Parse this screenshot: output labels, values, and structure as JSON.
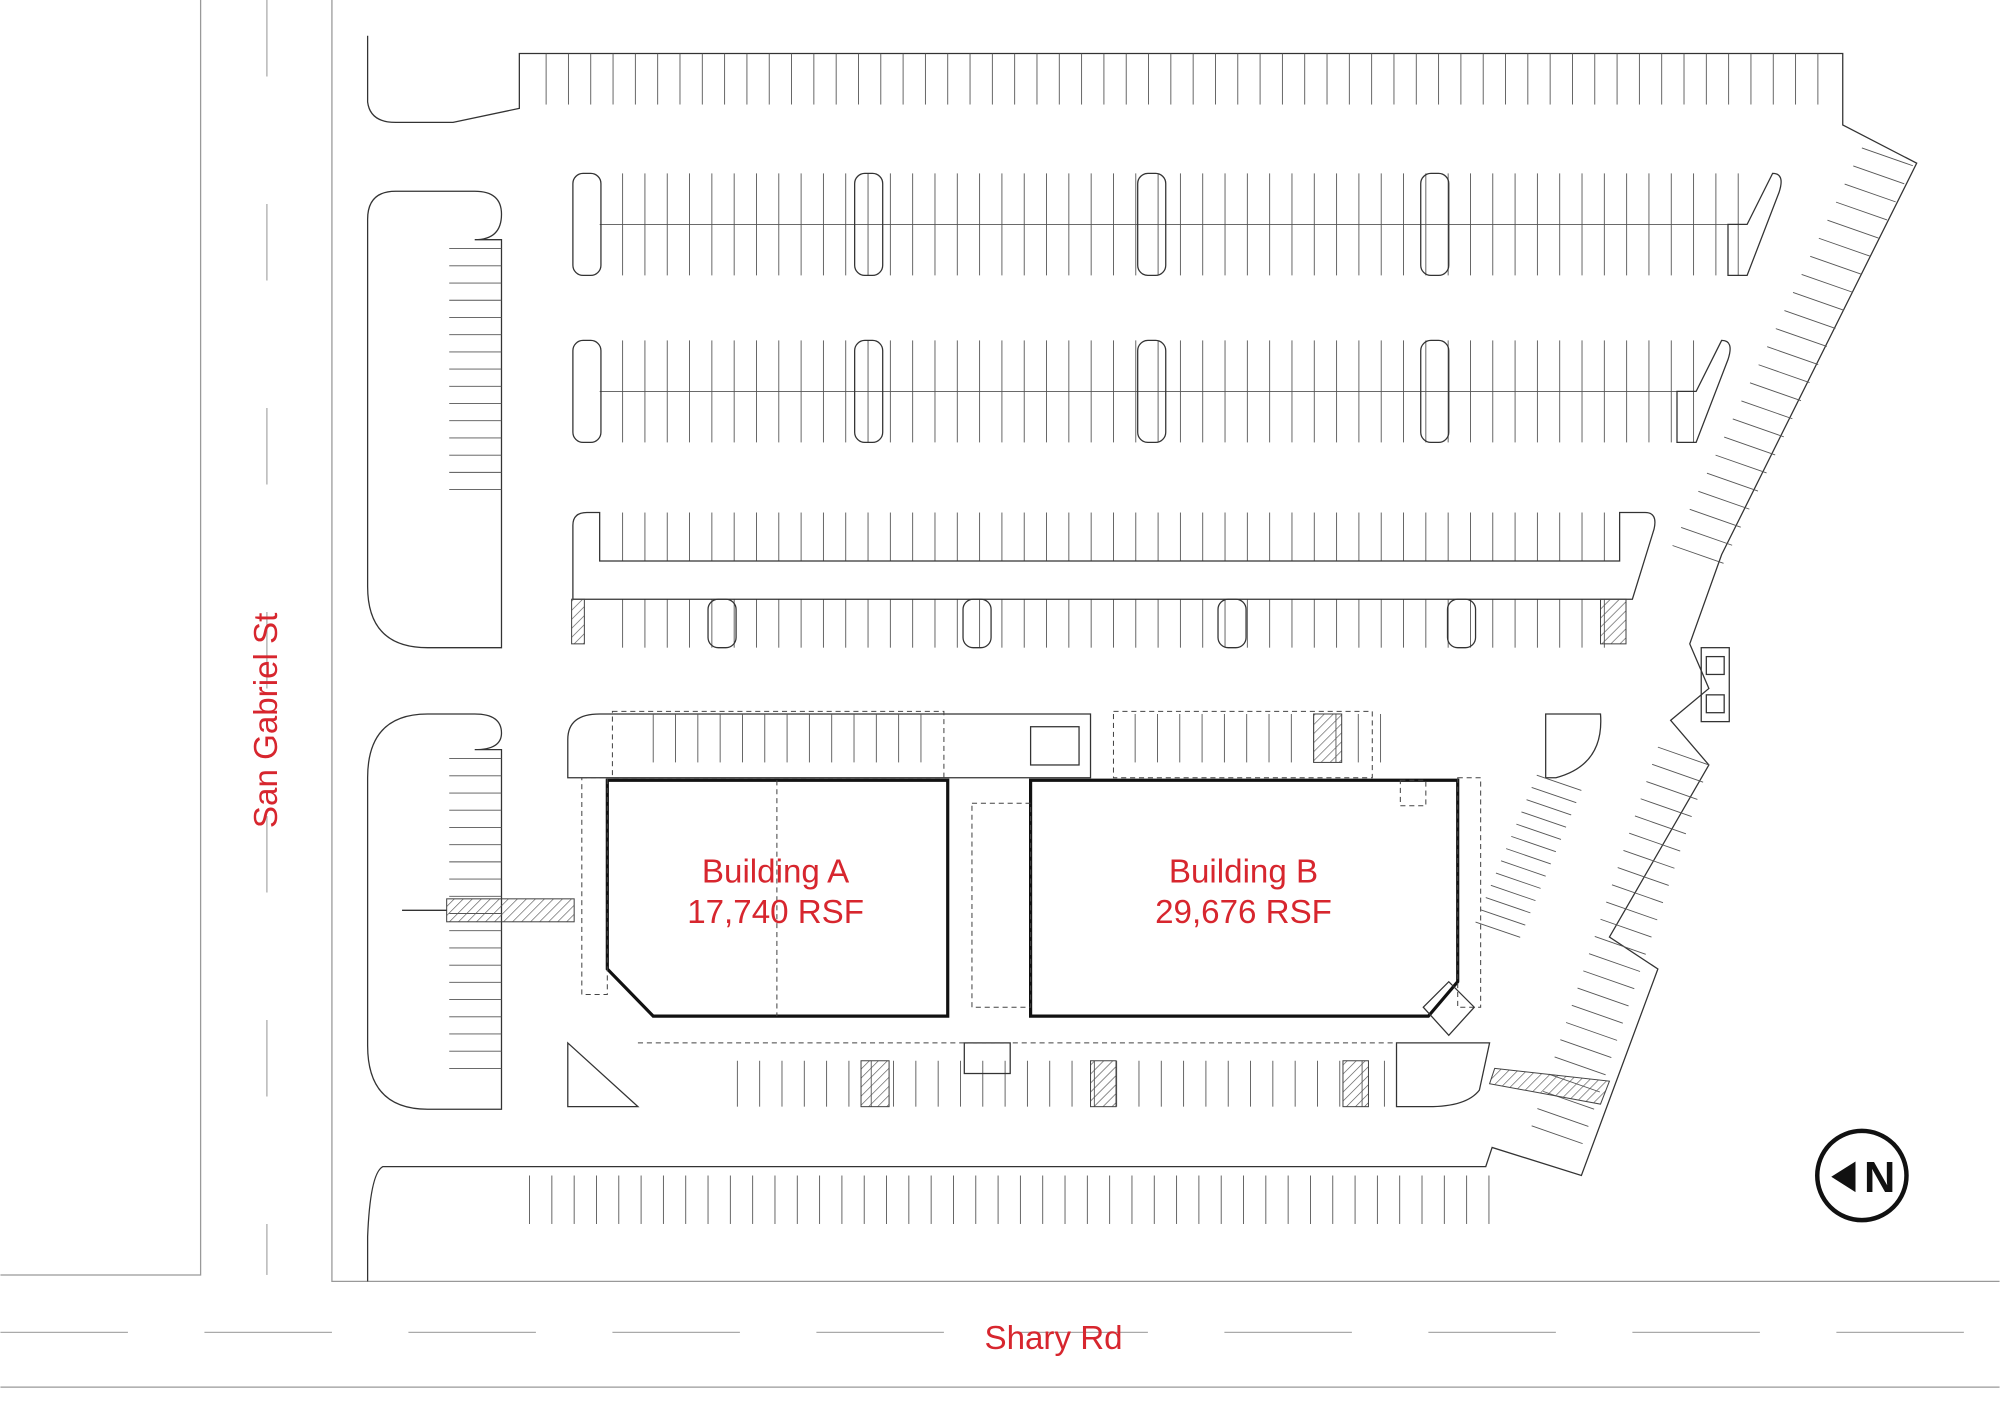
{
  "streets": {
    "west": "San Gabriel St",
    "south": "Shary Rd"
  },
  "buildings": [
    {
      "name": "Building A",
      "area": "17,740 RSF"
    },
    {
      "name": "Building B",
      "area": "29,676 RSF"
    }
  ],
  "north_arrow": {
    "letter": "N",
    "icon": "north-arrow-icon"
  },
  "colors": {
    "label": "#d7262e",
    "lines": "#333333"
  }
}
